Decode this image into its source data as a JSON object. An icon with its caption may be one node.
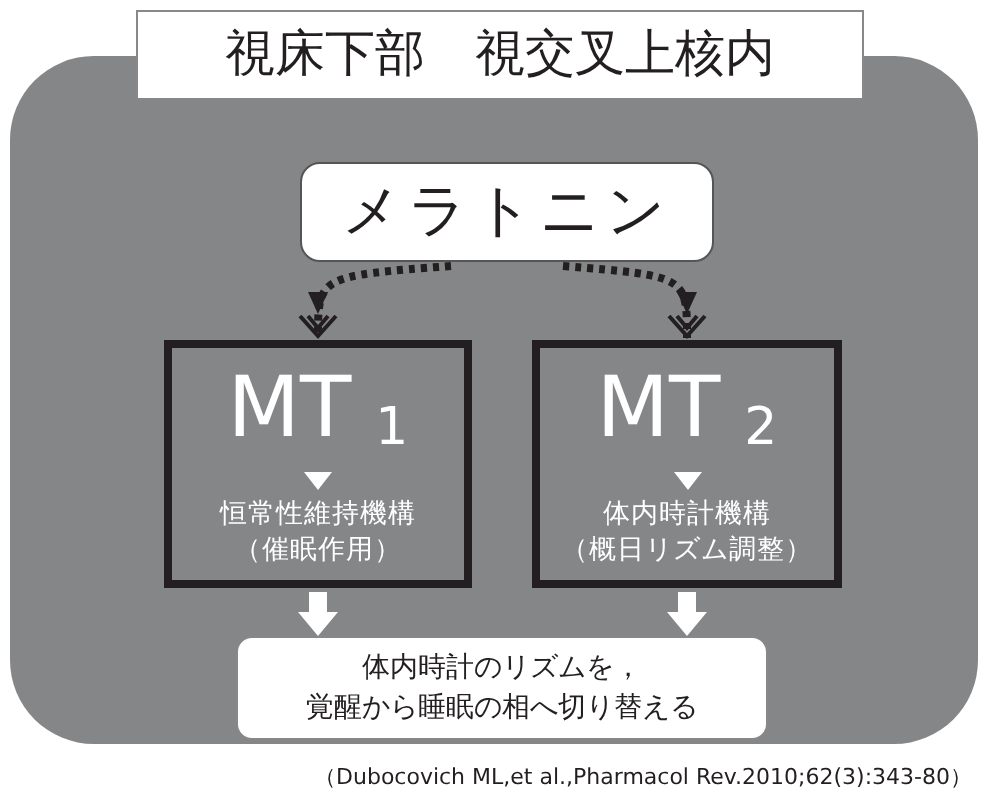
{
  "diagram": {
    "caption": "（Dubocovich ML,et al.,Pharmacol Rev.2010;62(3):343-80）",
    "nodes": [
      {
        "text": [
          "視床下部　視交叉上核内"
        ]
      },
      {
        "text": [
          "メラトニン"
        ],
        "in": 0
      },
      {
        "text": [
          "MT$_{1}$",
          "恒常性維持機構（催眠作用）"
        ],
        "in": 0
      },
      {
        "text": [
          "MT$_{2}$",
          "体内時計機構（概日リズム調整）"
        ],
        "in": 0
      },
      {
        "text": [
          "体内時計のリズムを，覚醒から睡眠の相へ切り替える"
        ],
        "in": 0
      }
    ],
    "edges": [
      {
        "from": 1,
        "to": 2,
        "arrow": "to",
        "style": "dashed"
      },
      {
        "from": 1,
        "to": 3,
        "arrow": "to",
        "style": "dashed"
      },
      {
        "from": 2,
        "to": 4,
        "arrow": "to",
        "style": "thick",
        "color": "#ffffff"
      },
      {
        "from": 3,
        "to": 4,
        "arrow": "to",
        "style": "thick",
        "color": "#ffffff"
      }
    ]
  }
}
